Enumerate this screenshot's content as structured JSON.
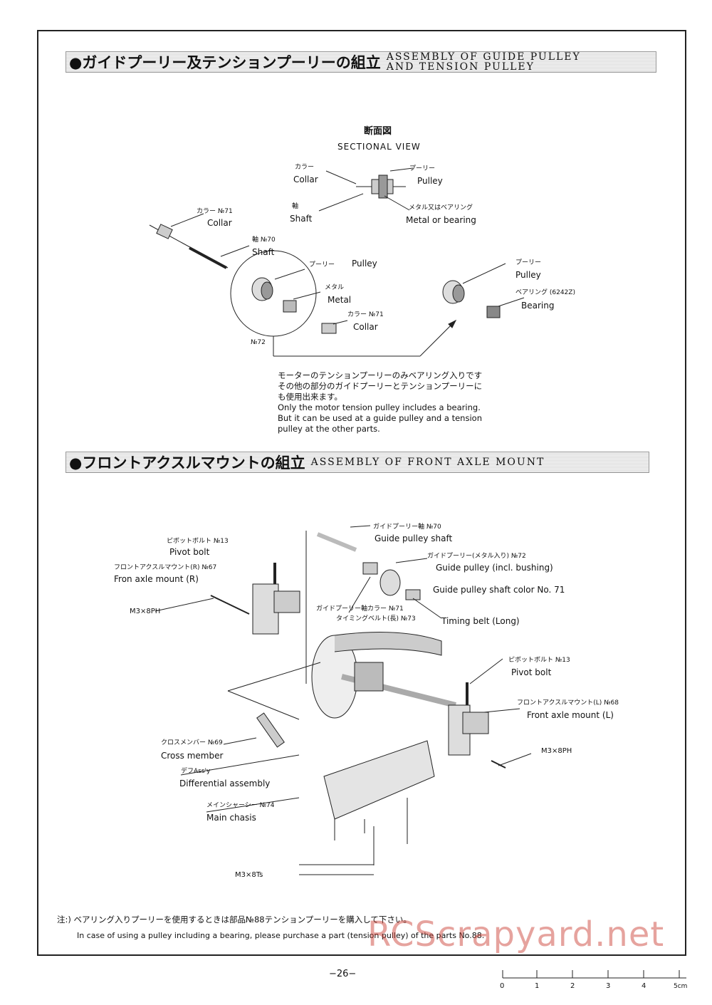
{
  "section1": {
    "title_jp": "●ガイドプーリー及テンションプーリーの組立",
    "title_en": "ASSEMBLY OF GUIDE PULLEY",
    "title_en2": "AND TENSION PULLEY"
  },
  "sectional": {
    "jp": "断面図",
    "en": "SECTIONAL VIEW",
    "collar_jp": "カラー",
    "collar_en": "Collar",
    "shaft_jp": "軸",
    "shaft_en": "Shaft",
    "pulley_jp": "プーリー",
    "pulley_en": "Pulley",
    "metal_jp": "メタル又はベアリング",
    "metal_en": "Metal or bearing"
  },
  "parts1": {
    "collar71_jp": "カラー №71",
    "collar71_en": "Collar",
    "shaft70_jp": "軸 №70",
    "shaft70_en": "Shaft",
    "pulley_jp": "プーリー",
    "pulley_en": "Pulley",
    "metal_jp": "メタル",
    "metal_en": "Metal",
    "collar71b_jp": "カラー №71",
    "collar71b_en": "Collar",
    "no72": "№72",
    "pulley2_jp": "プーリー",
    "pulley2_en": "Pulley",
    "bearing_jp": "ベアリング (6242Z)",
    "bearing_en": "Bearing"
  },
  "note1": {
    "jp1": "モーターのテンションプーリーのみベアリング入りです",
    "jp2": "その他の部分のガイドプーリーとテンションプーリーに",
    "jp3": "も使用出来ます。",
    "en1": "Only the motor tension pulley includes a bearing.",
    "en2": "But it can be used at a guide pulley and a tension",
    "en3": "pulley at the other parts."
  },
  "section2": {
    "title_jp": "●フロントアクスルマウントの組立",
    "title_en": "ASSEMBLY OF FRONT AXLE MOUNT"
  },
  "parts2": {
    "gps_jp": "ガイドプーリー軸 №70",
    "gps_en": "Guide pulley shaft",
    "gp_jp": "ガイドプーリー(メタル入り) №72",
    "gp_en": "Guide pulley (incl. bushing)",
    "gpsc_en": "Guide pulley shaft color No. 71",
    "pivot_jp": "ピボットボルト №13",
    "pivot_en": "Pivot bolt",
    "famr_jp": "フロントアクスルマウント(R) №67",
    "famr_en": "Fron axle mount (R)",
    "m3_1": "M3×8PH",
    "gpc_jp": "ガイドプーリー軸カラー №71",
    "tb_jp": "タイミングベルト(長) №73",
    "tb_en": "Timing belt (Long)",
    "pivot2_jp": "ピボットボルト №13",
    "pivot2_en": "Pivot bolt",
    "faml_jp": "フロントアクスルマウント(L) №68",
    "faml_en": "Front axle mount (L)",
    "m3_2": "M3×8PH",
    "cm_jp": "クロスメンバー №69",
    "cm_en": "Cross member",
    "diff_jp": "デフAss'y",
    "diff_en": "Differential assembly",
    "chas_jp": "メインシャーシー №74",
    "chas_en": "Main chasis",
    "m3ts": "M3×8Ts"
  },
  "note2": {
    "jp": "注:) ベアリング入りプーリーを使用するときは部品№88テンションプーリーを購入して下さい。",
    "en": "In case of using a pulley including a bearing, please purchase a part (tension pulley) of the parts No.88."
  },
  "page_number": "−26−",
  "ruler": {
    "labels": [
      "0",
      "1",
      "2",
      "3",
      "4",
      "5cm"
    ]
  },
  "watermark": "RCScrapyard.net"
}
